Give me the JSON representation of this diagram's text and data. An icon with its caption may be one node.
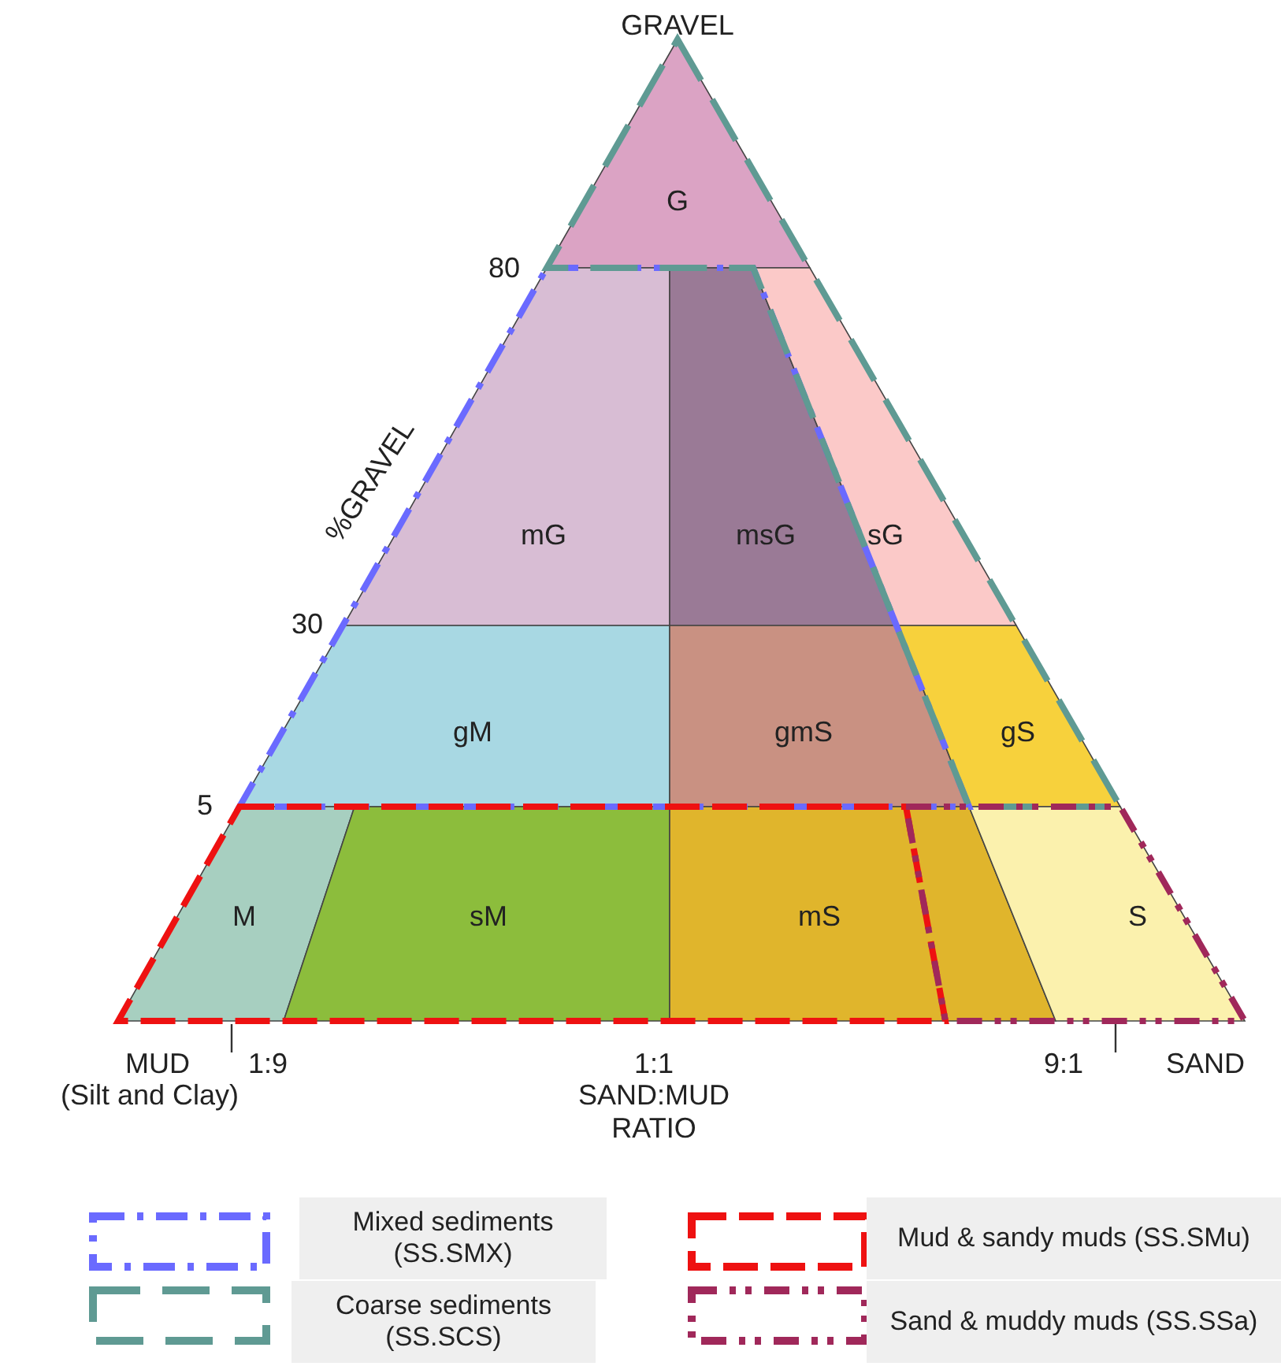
{
  "diagram": {
    "nodes": [
      {
        "text": [
          "G"
        ]
      },
      {
        "text": [
          "mG"
        ]
      },
      {
        "text": [
          "msG"
        ]
      },
      {
        "text": [
          "sG"
        ]
      },
      {
        "text": [
          "gM"
        ]
      },
      {
        "text": [
          "gmS"
        ]
      },
      {
        "text": [
          "gS"
        ]
      },
      {
        "text": [
          "M"
        ]
      },
      {
        "text": [
          "sM"
        ]
      },
      {
        "text": [
          "mS"
        ]
      },
      {
        "text": [
          "S"
        ]
      }
    ],
    "edges": [],
    "labels": [
      "GRAVEL",
      "80",
      "%GRAVEL",
      "30",
      "5",
      "MUD",
      "(Silt and Clay)",
      "1:9",
      "1:1",
      "SAND:MUD RATIO",
      "9:1",
      "SAND"
    ],
    "legend": [
      {
        "text": "Mixed sediments (SS.SMX)"
      },
      {
        "text": "Coarse sediments (SS.SCS)"
      },
      {
        "text": "Mud & sandy muds (SS.SMu)"
      },
      {
        "text": "Sand & muddy muds (SS.SSa)"
      }
    ]
  }
}
